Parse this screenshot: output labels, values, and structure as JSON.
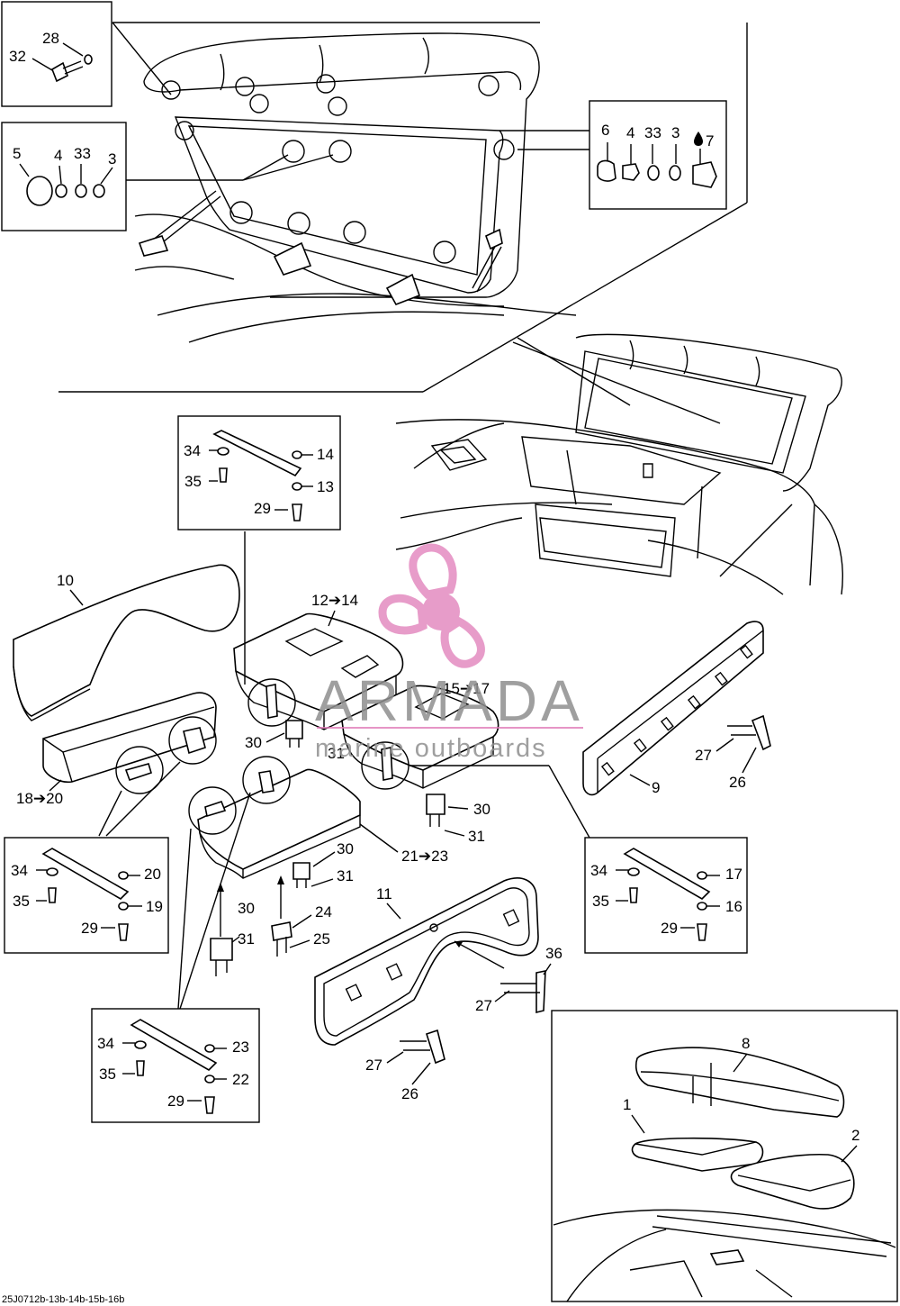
{
  "callouts": {
    "top_left_box": [
      "28",
      "32"
    ],
    "left_box": [
      "5",
      "4",
      "33",
      "3"
    ],
    "right_box": [
      "6",
      "4",
      "33",
      "3",
      "7"
    ],
    "bracket_top": [
      "34",
      "35",
      "29",
      "14",
      "13"
    ],
    "bracket_left": [
      "34",
      "35",
      "29",
      "20",
      "19"
    ],
    "bracket_bottom": [
      "34",
      "35",
      "29",
      "23",
      "22"
    ],
    "bracket_right": [
      "34",
      "35",
      "29",
      "17",
      "16"
    ],
    "bottom_right_box": [
      "8",
      "1",
      "2"
    ],
    "main": {
      "c10": "10",
      "c12": "12➔14",
      "c15": "15➔17",
      "c18": "18➔20",
      "c21": "21➔23",
      "c30a": "30",
      "c31a": "31",
      "c30b": "30",
      "c31b": "31",
      "c30c": "30",
      "c31c": "31",
      "c30d": "30",
      "c31d": "31",
      "c24": "24",
      "c25": "25",
      "c11": "11",
      "c9": "9",
      "c27a": "27",
      "c26a": "26",
      "c36": "36",
      "c27b": "27",
      "c27c": "27",
      "c26b": "26"
    }
  },
  "watermark": {
    "brand": "ARMADA",
    "subtitle": "marine outboards"
  },
  "footer_code": "25J0712b-13b-14b-15b-16b"
}
